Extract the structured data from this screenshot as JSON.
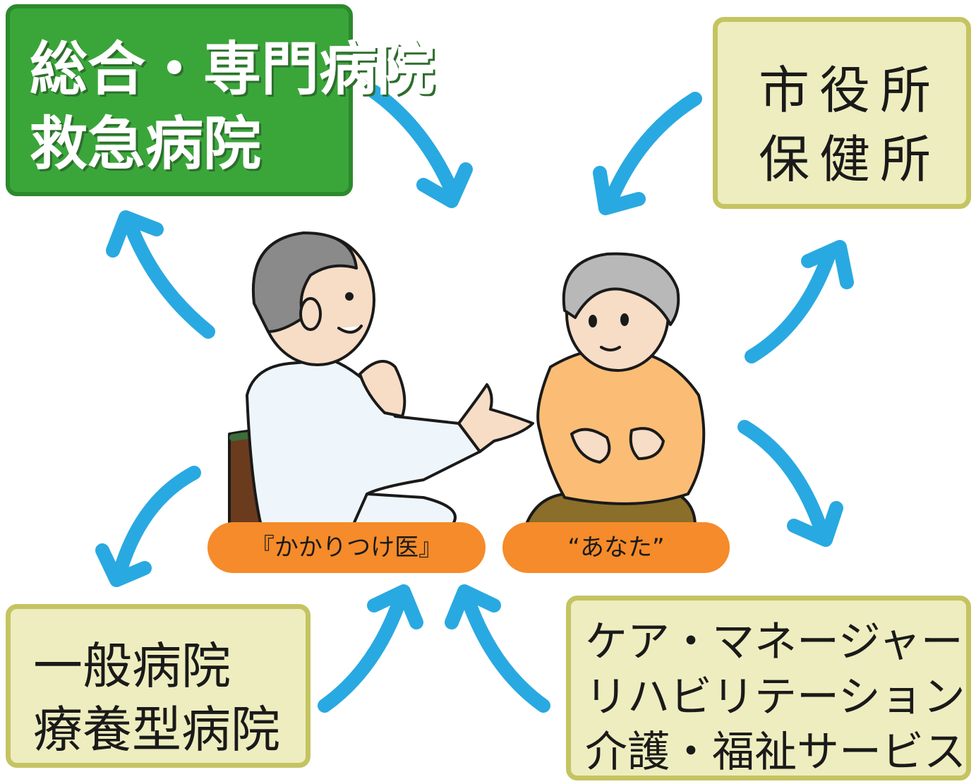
{
  "boxes": {
    "general_specialty": {
      "line1": "総合・専門病院",
      "line2": "救急病院"
    },
    "city": {
      "line1": "市役所",
      "line2": "保健所"
    },
    "general_ward": {
      "line1": "一般病院",
      "line2": "療養型病院"
    },
    "care": {
      "line1": "ケア・マネージャー",
      "line2": "リハビリテーション",
      "line3": "介護・福祉サービス"
    }
  },
  "labels": {
    "doctor": "『かかりつけ医』",
    "patient": "“あなた”"
  },
  "colors": {
    "green_box": "#3aa63a",
    "olive_box": "#eeedbf",
    "olive_border": "#c4c462",
    "arrow": "#29a9e1",
    "pill": "#f58b2a"
  }
}
